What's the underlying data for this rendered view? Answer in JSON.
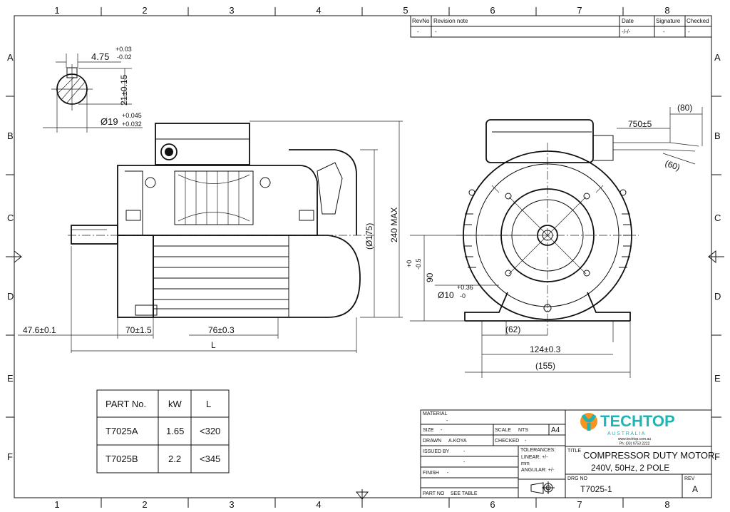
{
  "zones": {
    "columns": [
      "1",
      "2",
      "3",
      "4",
      "5",
      "6",
      "7",
      "8"
    ],
    "rows": [
      "A",
      "B",
      "C",
      "D",
      "E",
      "F"
    ]
  },
  "revision_table": {
    "headers": [
      "RevNo",
      "Revision note",
      "Date",
      "Signature",
      "Checked"
    ],
    "row": [
      "-",
      "-",
      "-/-/-",
      "-",
      "-"
    ]
  },
  "keyway_detail": {
    "width": "4.75",
    "width_tol_upper": "+0.03",
    "width_tol_lower": "-0.02",
    "height": "21±0.15",
    "diameter": "Ø19",
    "dia_tol_upper": "+0.045",
    "dia_tol_lower": "+0.032"
  },
  "side_view_dims": {
    "shaft": "47.6±0.1",
    "d1": "70±1.5",
    "d2": "76±0.3",
    "length": "L",
    "body_dia": "(Ø175)",
    "height_max": "240 MAX"
  },
  "front_view_dims": {
    "shaft_height": "90",
    "shaft_height_tol_upper": "+0",
    "shaft_height_tol_lower": "-0.5",
    "hole": "Ø10",
    "hole_tol_upper": "+0.36",
    "hole_tol_lower": "-0",
    "d62": "(62)",
    "d124": "124±0.3",
    "d155": "(155)",
    "cable": "750±5",
    "d80": "(80)",
    "d60": "(60)"
  },
  "part_table": {
    "headers": [
      "PART No.",
      "kW",
      "L"
    ],
    "rows": [
      [
        "T7025A",
        "1.65",
        "<320"
      ],
      [
        "T7025B",
        "2.2",
        "<345"
      ]
    ]
  },
  "title_block": {
    "material_label": "MATERIAL",
    "material_value": "-",
    "size_label": "SIZE",
    "size_value": "-",
    "scale_label": "SCALE",
    "scale_value": "NTS",
    "sheet": "A4",
    "drawn_label": "DRAWN",
    "drawn_value": "A.KOYA",
    "checked_label": "CHECKED",
    "checked_value": "-",
    "issued_label": "ISSUED BY",
    "issued_value": "-",
    "issued_value2": "-",
    "finish_label": "FINISH",
    "finish_value": "-",
    "part_no_label": "PART NO",
    "part_no_value": "SEE TABLE",
    "tolerances_label": "TOLERANCES:",
    "linear_label": "LINEAR: +/-",
    "linear_unit": "mm",
    "angular_label": "ANGULAR: +/-",
    "logo_text": "TECHTOP",
    "logo_sub": "A U S T R A L I A",
    "website": "www.techtop.com.au",
    "phone": "Ph: (03) 9753 2222",
    "title_label": "TITLE",
    "title_line1": "COMPRESSOR DUTY MOTOR",
    "title_line2": "240V, 50Hz, 2 POLE",
    "drg_no_label": "DRG NO",
    "drg_no": "T7025-1",
    "rev_label": "REV",
    "rev": "A"
  },
  "colors": {
    "logo_orange": "#f7931e",
    "logo_teal": "#1fb5b5"
  }
}
